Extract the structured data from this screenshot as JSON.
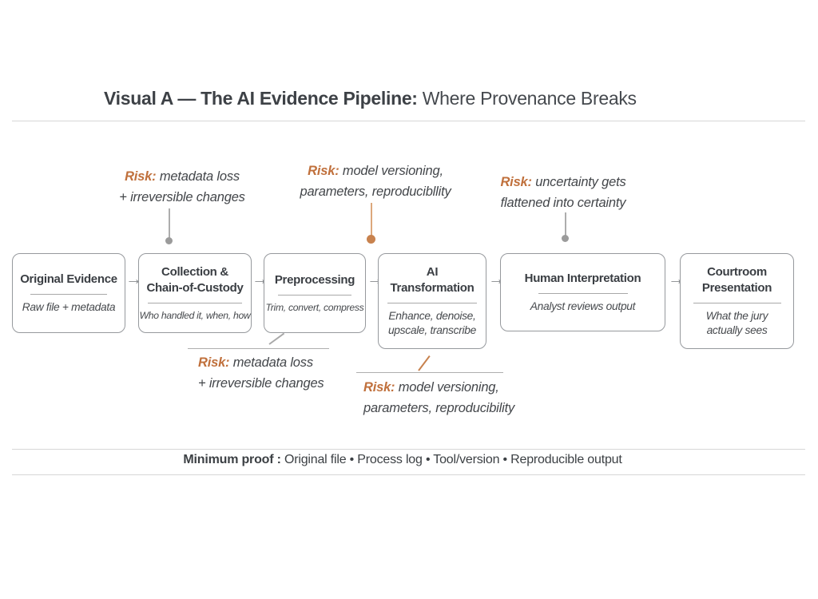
{
  "title": {
    "strong": "Visual A — The AI Evidence Pipeline:",
    "light": "Where Provenance Breaks"
  },
  "risk_label": "Risk:",
  "top_risks": [
    {
      "lines": [
        "metadata loss",
        "+ irreversible changes"
      ],
      "connector": "gray"
    },
    {
      "lines": [
        "model versioning,",
        "parameters, reproducibllity"
      ],
      "connector": "orange"
    },
    {
      "lines": [
        "uncertainty gets",
        "flattened into certainty"
      ],
      "connector": "gray"
    }
  ],
  "pipeline": [
    {
      "title": "Original Evidence",
      "subtitle": "Raw file + metadata"
    },
    {
      "title": "Collection & Chain-of-Custody",
      "subtitle": "Who handled it, when, how"
    },
    {
      "title": "Preprocessing",
      "subtitle": "Trim, convert, compress"
    },
    {
      "title": "AI Transformation",
      "subtitle": "Enhance, denoise, upscale, transcribe"
    },
    {
      "title": "Human Interpretation",
      "subtitle": "Analyst reviews output"
    },
    {
      "title": "Courtroom Presentation",
      "subtitle": "What the jury actually sees"
    }
  ],
  "arrow_glyph": "→",
  "bottom_risks": [
    {
      "lines": [
        "metadata loss",
        "+ irreversible changes"
      ],
      "connector": "gray"
    },
    {
      "lines": [
        "model versioning,",
        "parameters, reproducibility"
      ],
      "connector": "orange"
    }
  ],
  "footer": {
    "label": "Minimum proof :",
    "text": "Original file • Process log • Tool/version • Reproducible output"
  },
  "colors": {
    "accent_orange": "#c0703c",
    "connector_orange": "#c8824e",
    "connector_orange_light": "#dca87c",
    "connector_gray": "#9b9b9b",
    "text_dark": "#3f4347"
  }
}
